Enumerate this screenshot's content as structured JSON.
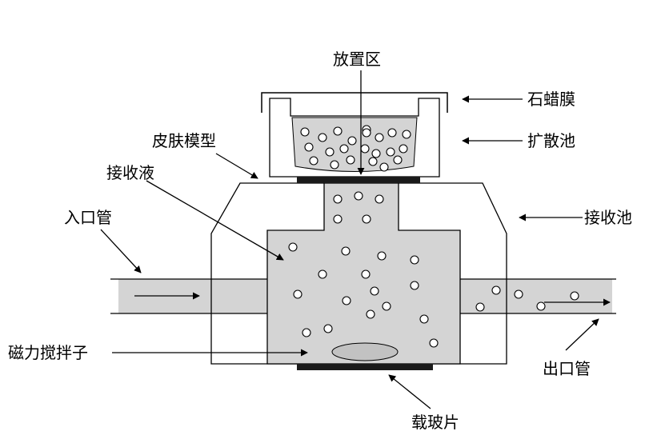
{
  "labels": {
    "placement_area": "放置区",
    "paraffin_film": "石蜡膜",
    "diffusion_cell": "扩散池",
    "skin_model": "皮肤模型",
    "receptor_fluid": "接收液",
    "receptor_cell": "接收池",
    "inlet_tube": "入口管",
    "magnetic_stirrer": "磁力搅拌子",
    "outlet_tube": "出口管",
    "glass_slide": "载玻片"
  },
  "colors": {
    "fluid": "#d4d4d4",
    "line": "#000000",
    "background": "#ffffff"
  }
}
